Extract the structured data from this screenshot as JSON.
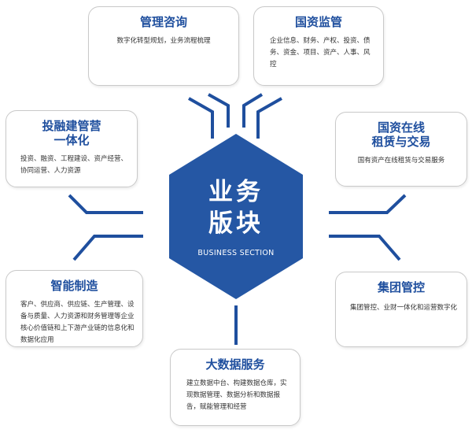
{
  "colors": {
    "accent": "#1f4f9e",
    "hexagon": "#2557a4",
    "connector": "#1f4f9e",
    "card_border": "#c9c9c9"
  },
  "center": {
    "line1": "业务",
    "line2": "版块",
    "subtitle": "BUSINESS SECTION"
  },
  "cards": {
    "top_left": {
      "title": "管理咨询",
      "desc": "数字化转型规划，业务流程梳理"
    },
    "top_right": {
      "title": "国资监管",
      "desc": "企业信息、财务、产权、投资、债务、资金、项目、资产、人事、风控"
    },
    "left": {
      "title": "投融建管营\n一体化",
      "desc": "投资、融资、工程建设、资产经营、协同运营、人力资源"
    },
    "right": {
      "title": "国资在线\n租赁与交易",
      "desc": "国有资产在线租赁与交易服务"
    },
    "bottom_left": {
      "title": "智能制造",
      "desc": "客户、供应商、供应链、生产管理、设备与质量、人力资源和财务管理等企业核心价值链和上下游产业链的信息化和数据化应用"
    },
    "bottom_right": {
      "title": "集团管控",
      "desc": "集团管控、业财一体化和运营数字化"
    },
    "bottom": {
      "title": "大数据服务",
      "desc": "建立数据中台、构建数据仓库，实现数据管理、数据分析和数据报告，赋能管理和经营"
    }
  }
}
